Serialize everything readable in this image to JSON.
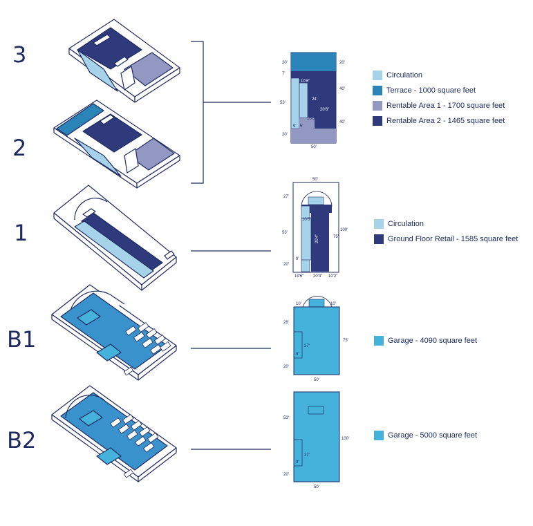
{
  "colors": {
    "circulation": "#a7d3ea",
    "terrace": "#2b84b8",
    "rentable1": "#9298c2",
    "rentable2": "#2e3a7c",
    "retail": "#2e3a7c",
    "garage": "#44b2db",
    "garage_iso": "#3a92cc",
    "line": "#1e2a60"
  },
  "floors": [
    {
      "key": "f3",
      "label": "3"
    },
    {
      "key": "f2",
      "label": "2"
    },
    {
      "key": "f1",
      "label": "1"
    },
    {
      "key": "b1",
      "label": "B1"
    },
    {
      "key": "b2",
      "label": "B2"
    }
  ],
  "legends": {
    "upper": [
      {
        "label": "Circulation",
        "color": "circulation"
      },
      {
        "label": "Terrace - 1000 square feet",
        "color": "terrace"
      },
      {
        "label": "Rentable Area 1 - 1700 square feet",
        "color": "rentable1"
      },
      {
        "label": "Rentable Area 2 - 1465 square feet",
        "color": "rentable2"
      }
    ],
    "ground": [
      {
        "label": "Circulation",
        "color": "circulation"
      },
      {
        "label": "Ground Floor Retail - 1585 square feet",
        "color": "retail"
      }
    ],
    "b1": [
      {
        "label": "Garage - 4090 square feet",
        "color": "garage"
      }
    ],
    "b2": [
      {
        "label": "Garage - 5000 square feet",
        "color": "garage"
      }
    ]
  },
  "dims": {
    "upper": {
      "top": "20'",
      "top_r": "20'",
      "seven": "7'",
      "fifty_three": "53'",
      "forty_r1": "40'",
      "forty_r2": "40'",
      "twenty_b": "20'",
      "ten6": "10'6\"",
      "twenty4": "24'",
      "twenty6": "20'6\"",
      "sixteen6": "16'6\"",
      "nine": "9'",
      "five": "5'",
      "fifty": "50'"
    },
    "ground": {
      "fifty_top": "50'",
      "twenty7": "27'",
      "fifty3": "53'",
      "hundred": "100'",
      "seventy5": "75'",
      "twenty": "20'",
      "ten6": "10'6\"",
      "nine": "9'",
      "vert": "20'4\"",
      "b1": "19'6\"",
      "b2": "20'4\"",
      "b3": "10'2\""
    },
    "b1": {
      "ten_l": "10'",
      "ten_r": "10'",
      "twenty8": "28'",
      "seventy5": "75'",
      "twenty7": "27'",
      "nine": "9'",
      "twenty": "20'",
      "fifty": "50'"
    },
    "b2": {
      "fifty3": "53'",
      "hundred": "100'",
      "twenty7": "27'",
      "nine": "9'",
      "twenty": "20'",
      "fifty": "50'"
    }
  }
}
